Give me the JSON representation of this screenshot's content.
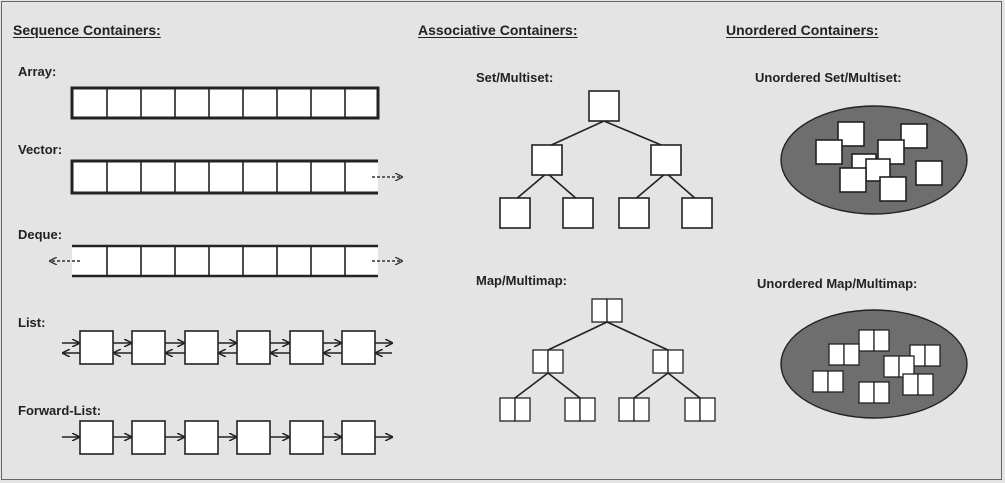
{
  "headings": {
    "sequence": "Sequence Containers:",
    "associative": "Associative Containers:",
    "unordered": "Unordered Containers:"
  },
  "labels": {
    "array": "Array:",
    "vector": "Vector:",
    "deque": "Deque:",
    "list": "List:",
    "forward_list": "Forward-List:",
    "set_multiset": "Set/Multiset:",
    "map_multimap": "Map/Multimap:",
    "unordered_set_multiset": "Unordered Set/Multiset:",
    "unordered_map_multimap": "Unordered Map/Multimap:"
  },
  "colors": {
    "background": "#e4e4e4",
    "ink": "#222222",
    "box_fill": "#ffffff",
    "hash_blob": "#6e6e6e"
  }
}
